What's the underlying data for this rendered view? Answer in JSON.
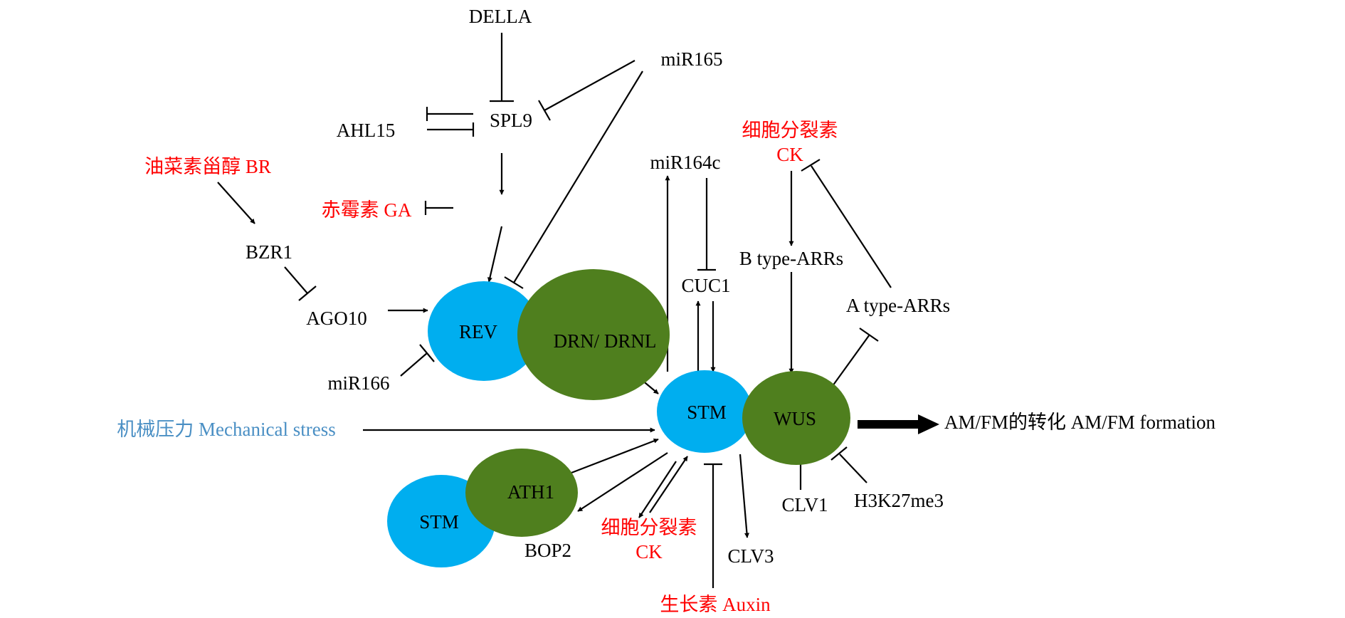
{
  "colors": {
    "blue_node": "#00aeef",
    "green_node": "#4f7f1e",
    "red_text": "#ff0000",
    "blue_text": "#4a8fc4",
    "line": "#000000"
  },
  "nodes": {
    "rev": "REV",
    "drn": "DRN/ DRNL",
    "stm_main": "STM",
    "wus": "WUS",
    "stm_small": "STM",
    "ath1": "ATH1"
  },
  "labels": {
    "della": "DELLA",
    "mir165": "miR165",
    "spl9": "SPL9",
    "ahl15": "AHL15",
    "br": "油菜素甾醇 BR",
    "ga": "赤霉素 GA",
    "bzr1": "BZR1",
    "ago10": "AGO10",
    "mir166": "miR166",
    "mir164c": "miR164c",
    "cuc1": "CUC1",
    "ck_top_cn": "细胞分裂素",
    "ck_top_en": "CK",
    "b_arrs": "B type-ARRs",
    "a_arrs": "A type-ARRs",
    "mech": "机械压力 Mechanical stress",
    "am_fm": "AM/FM的转化 AM/FM formation",
    "bop2": "BOP2",
    "ck_bottom_cn": "细胞分裂素",
    "ck_bottom_en": "CK",
    "clv3": "CLV3",
    "clv1": "CLV1",
    "h3k27": "H3K27me3",
    "auxin": "生长素 Auxin"
  }
}
